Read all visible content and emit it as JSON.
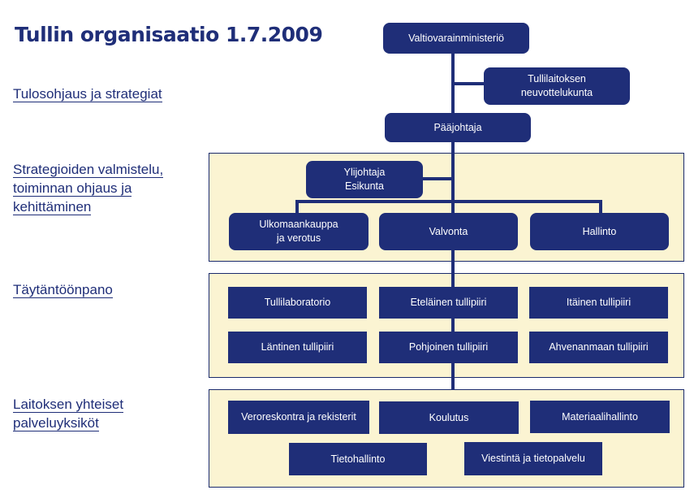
{
  "title": "Tullin organisaatio 1.7.2009",
  "side_labels": {
    "tulosohjaus": "Tulosohjaus ja strategiat",
    "strategia_1": "Strategioiden valmistelu,",
    "strategia_2": "toiminnan ohjaus ja",
    "strategia_3": "kehittäminen",
    "taytantoonpano": "Täytäntöönpano",
    "yhteiset_1": "Laitoksen yhteiset",
    "yhteiset_2": "palveluyksiköt"
  },
  "boxes": {
    "ministerio": "Valtiovarainministeriö",
    "neuvottelukunta": "Tullilaitoksen\nneuvottelukunta",
    "paajohtaja": "Pääjohtaja",
    "ylijohtaja": "Ylijohtaja\nEsikunta",
    "ulkomaankauppa": "Ulkomaankauppa\nja verotus",
    "valvonta": "Valvonta",
    "hallinto": "Hallinto",
    "tullilaboratorio": "Tullilaboratorio",
    "etelainen": "Eteläinen tullipiiri",
    "itainen": "Itäinen tullipiiri",
    "lantinen": "Läntinen tullipiiri",
    "pohjoinen": "Pohjoinen tullipiiri",
    "ahvenanmaa": "Ahvenanmaan tullipiiri",
    "veroreskontra": "Veroreskontra ja rekisterit",
    "koulutus": "Koulutus",
    "materiaali": "Materiaalihallinto",
    "tietohallinto": "Tietohallinto",
    "viestinta": "Viestintä ja tietopalvelu"
  },
  "colors": {
    "box": "#1f2e78",
    "panel": "#fbf4d2",
    "text": "#1f2e78"
  }
}
